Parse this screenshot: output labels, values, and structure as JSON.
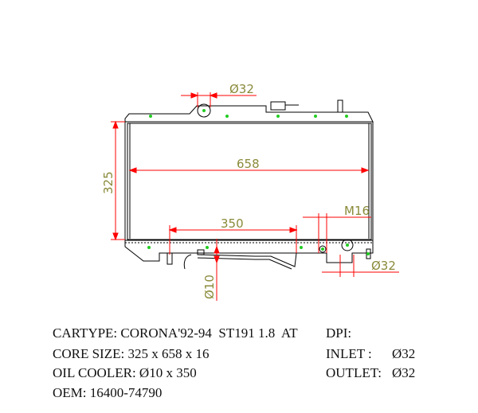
{
  "drawing": {
    "dimensions": {
      "inlet_dia": "Ø32",
      "core_height": "325",
      "core_width": "658",
      "oil_cooler_length": "350",
      "drain_thread": "M16",
      "outlet_dia": "Ø32",
      "oil_cooler_dia": "Ø10"
    },
    "colors": {
      "outline": "#000000",
      "dimension_line": "#ff0000",
      "dimension_text": "#8a8a3a",
      "marker": "#22cc22"
    }
  },
  "specs": {
    "cartype": "CARTYPE: CORONA'92-94  ST191 1.8  AT",
    "core_size": "CORE SIZE: 325 x 658 x 16",
    "oil_cooler": "OIL COOLER: Ø10 x 350",
    "oem": "OEM: 16400-74790",
    "dpi": "DPI:",
    "inlet_label": "INLET :",
    "inlet_value": "Ø32",
    "outlet_label": "OUTLET:",
    "outlet_value": "Ø32"
  }
}
